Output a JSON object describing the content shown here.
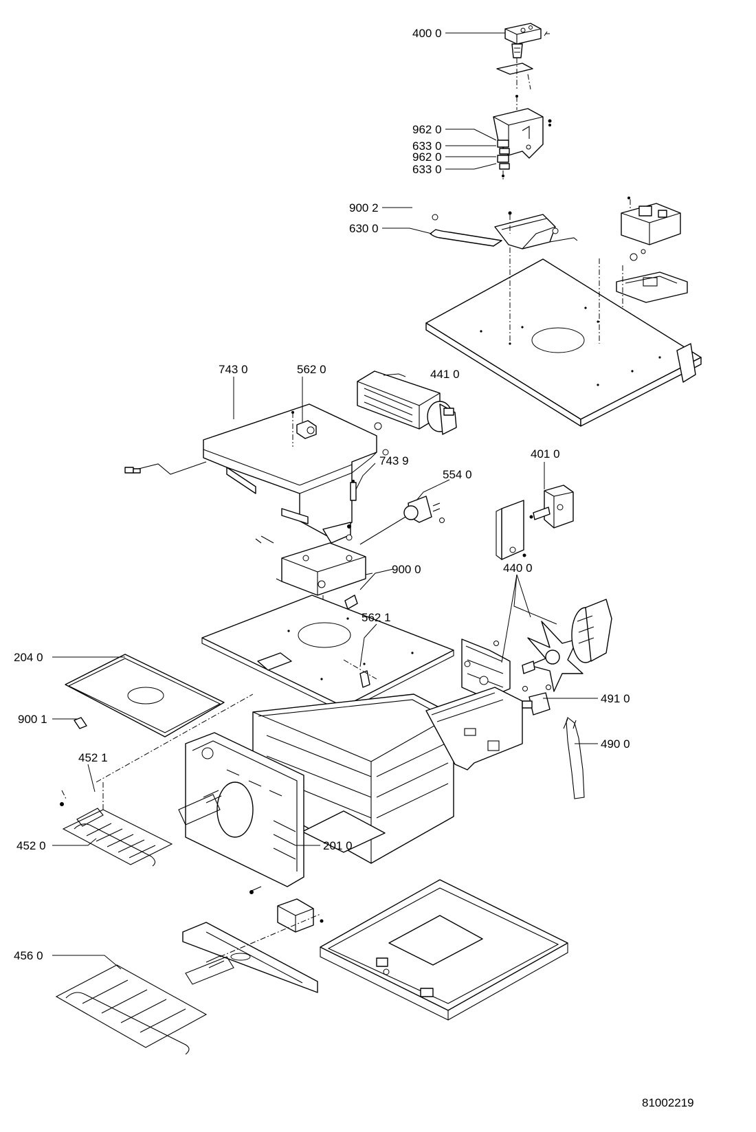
{
  "labels": [
    {
      "id": "400_0",
      "text": "400 0"
    },
    {
      "id": "962_0_a",
      "text": "962 0"
    },
    {
      "id": "633_0_a",
      "text": "633 0"
    },
    {
      "id": "962_0_b",
      "text": "962 0"
    },
    {
      "id": "633_0_b",
      "text": "633 0"
    },
    {
      "id": "900_2",
      "text": "900 2"
    },
    {
      "id": "630_0",
      "text": "630 0"
    },
    {
      "id": "743_0",
      "text": "743 0"
    },
    {
      "id": "562_0",
      "text": "562 0"
    },
    {
      "id": "441_0",
      "text": "441 0"
    },
    {
      "id": "743_9",
      "text": "743 9"
    },
    {
      "id": "554_0",
      "text": "554 0"
    },
    {
      "id": "401_0",
      "text": "401 0"
    },
    {
      "id": "900_0",
      "text": "900 0"
    },
    {
      "id": "440_0",
      "text": "440 0"
    },
    {
      "id": "562_1",
      "text": "562 1"
    },
    {
      "id": "204_0",
      "text": "204 0"
    },
    {
      "id": "491_0",
      "text": "491 0"
    },
    {
      "id": "900_1",
      "text": "900 1"
    },
    {
      "id": "490_0",
      "text": "490 0"
    },
    {
      "id": "452_1",
      "text": "452 1"
    },
    {
      "id": "452_0",
      "text": "452 0"
    },
    {
      "id": "201_0",
      "text": "201 0"
    },
    {
      "id": "456_0",
      "text": "456 0"
    }
  ],
  "drawing_number": "81002219"
}
